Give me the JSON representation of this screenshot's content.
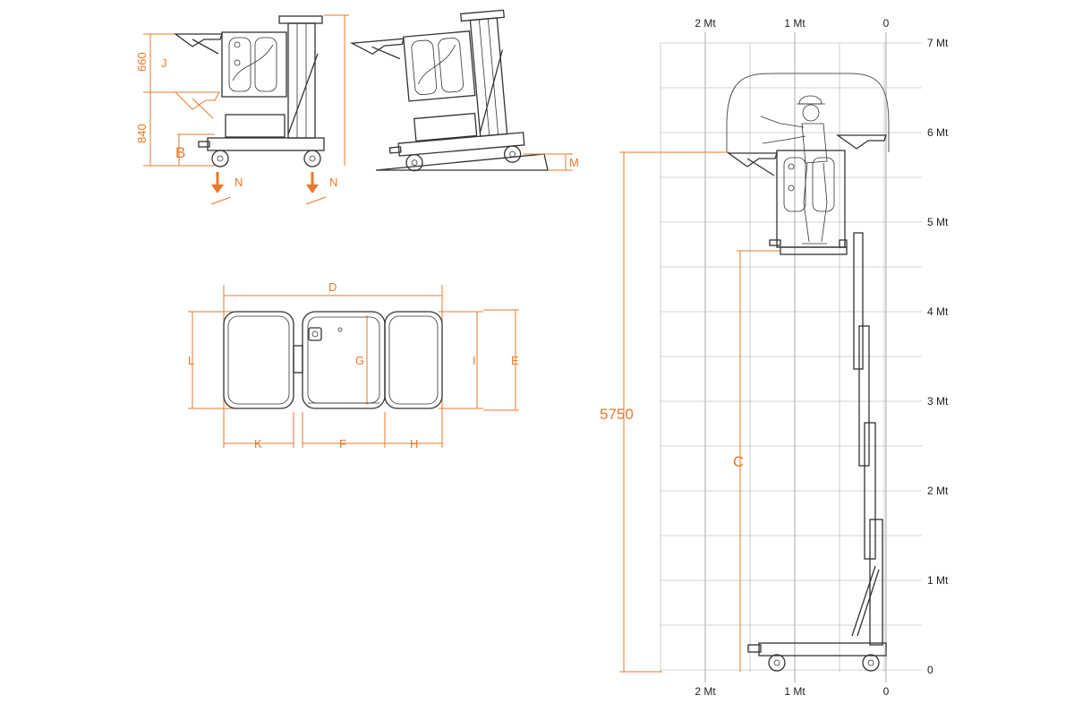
{
  "colors": {
    "accent": "#e8782a",
    "equipment_stroke": "#333333",
    "grid": "#c4c4c4",
    "background": "#ffffff"
  },
  "side_view": {
    "dim_660": "660",
    "dim_840": "840",
    "label_J": "J",
    "label_B": "B",
    "label_N_left": "N",
    "label_N_right": "N"
  },
  "tilted_view": {
    "label_M": "M"
  },
  "top_view": {
    "label_D": "D",
    "label_L": "L",
    "label_G": "G",
    "label_I": "I",
    "label_E": "E",
    "label_K": "K",
    "label_F": "F",
    "label_H": "H"
  },
  "height_chart": {
    "top_labels": [
      "2 Mt",
      "1 Mt",
      "0"
    ],
    "bottom_labels": [
      "2 Mt",
      "1 Mt",
      "0"
    ],
    "right_labels": [
      "7 Mt",
      "6 Mt",
      "5 Mt",
      "4 Mt",
      "3 Mt",
      "2 Mt",
      "1 Mt",
      "0"
    ],
    "dim_total_height": "5750",
    "label_C": "C"
  }
}
